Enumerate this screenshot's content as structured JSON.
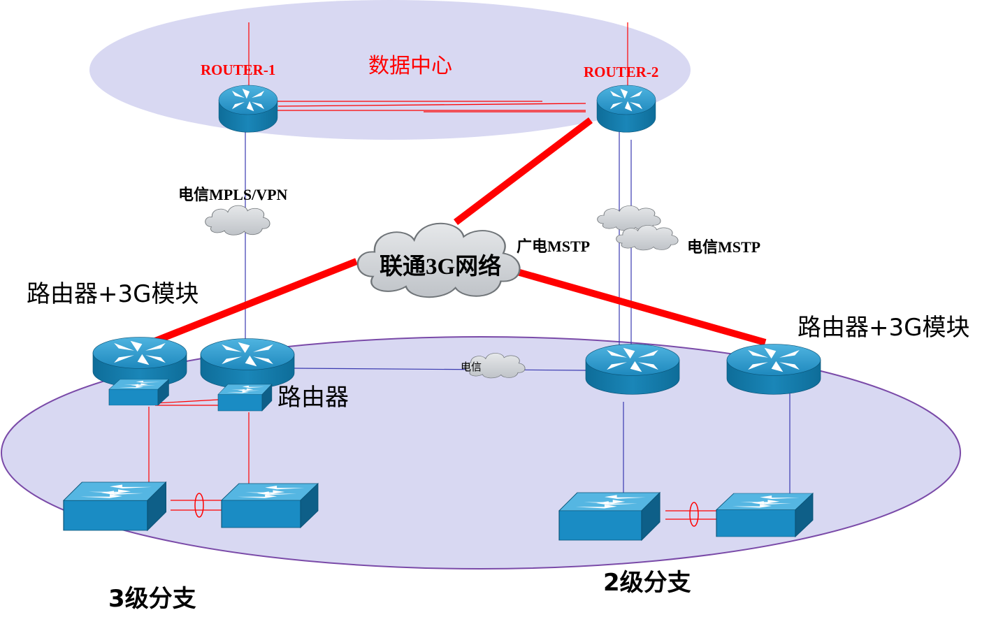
{
  "labels": {
    "router1": "ROUTER-1",
    "router2": "ROUTER-2",
    "datacenter": "数据中心",
    "telecom_mpls": "电信MPLS/VPN",
    "unicom_3g": "联通3G网络",
    "radio_mstp": "广电MSTP",
    "telecom_mstp": "电信MSTP",
    "router_3g_left": "路由器+3G模块",
    "router_3g_right": "路由器+3G模块",
    "router": "路由器",
    "telecom_small": "电信",
    "branch3": "3级分支",
    "branch2": "2级分支"
  },
  "colors": {
    "ellipse_fill": "#d8d8f2",
    "ellipse_stroke": "#7a4aa8",
    "router_blue": "#1f8fc0",
    "router_dark": "#0d6a95",
    "red_link": "#ff0000",
    "blue_link": "#3a3ab0",
    "cloud": "#cfd2d6"
  }
}
